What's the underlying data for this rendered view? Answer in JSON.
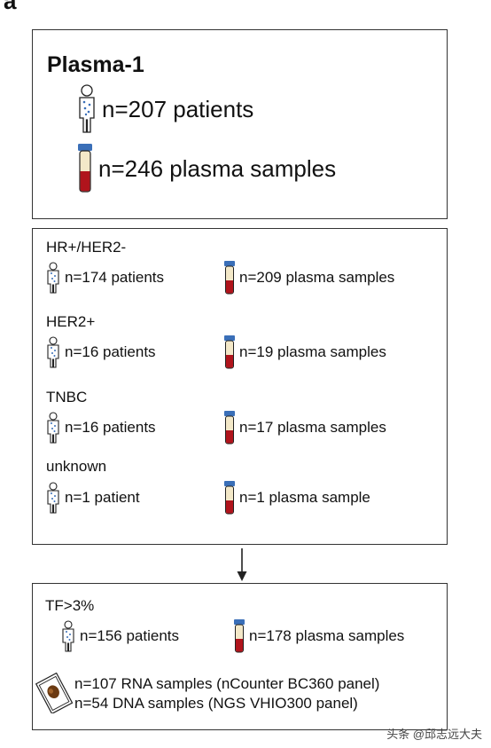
{
  "panel_letter": "a",
  "cohort": {
    "title": "Plasma-1",
    "patients": "n=207 patients",
    "samples": "n=246 plasma samples"
  },
  "subtypes": [
    {
      "label": "HR+/HER2-",
      "patients": "n=174 patients",
      "samples": "n=209 plasma samples"
    },
    {
      "label": "HER2+",
      "patients": "n=16 patients",
      "samples": "n=19 plasma samples"
    },
    {
      "label": "TNBC",
      "patients": "n=16 patients",
      "samples": "n=17 plasma samples"
    },
    {
      "label": "unknown",
      "patients": "n=1 patient",
      "samples": "n=1 plasma sample"
    }
  ],
  "tf_filter": {
    "label": "TF>3%",
    "patients": "n=156 patients",
    "samples": "n=178 plasma samples",
    "rna": "n=107 RNA samples (nCounter BC360 panel)",
    "dna": "n=54 DNA samples (NGS VHIO300 panel)"
  },
  "watermark": "头条 @邱志远大夫",
  "icons": [
    "person-icon",
    "blood-tube-icon",
    "tissue-slide-icon",
    "arrow-down-icon"
  ],
  "colors": {
    "tube_cap": "#3a6fb8",
    "blood": "#b0141c",
    "plasma": "#f3e8c8",
    "border": "#333333"
  }
}
